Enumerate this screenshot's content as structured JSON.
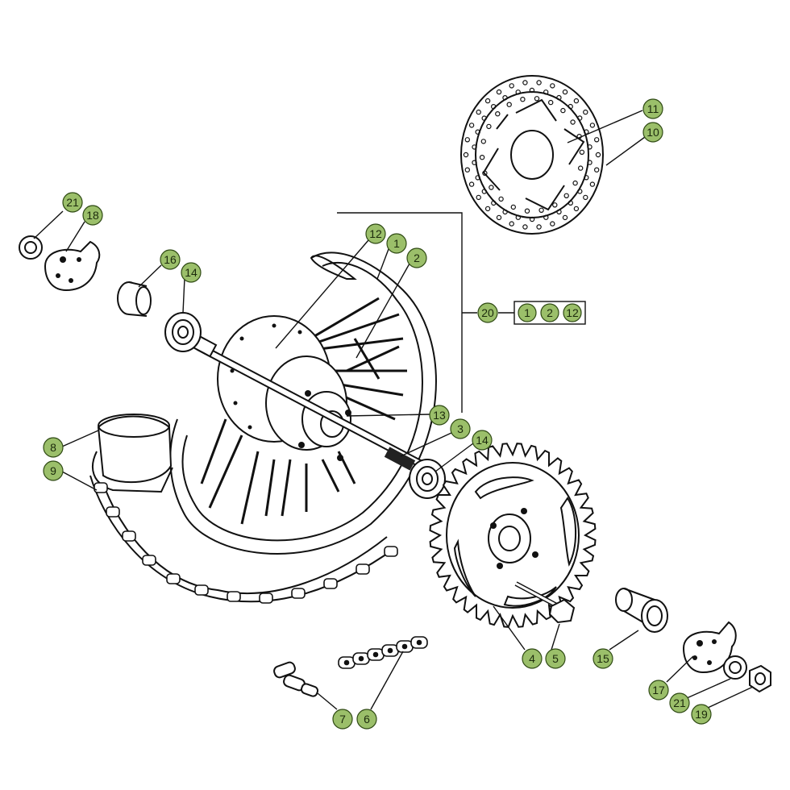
{
  "callouts": {
    "c1": "1",
    "c2": "2",
    "c3": "3",
    "c4": "4",
    "c5": "5",
    "c6": "6",
    "c7": "7",
    "c8": "8",
    "c9": "9",
    "c10": "10",
    "c11": "11",
    "c12": "12",
    "c13": "13",
    "c14a": "14",
    "c14b": "14",
    "c15": "15",
    "c16": "16",
    "c17": "17",
    "c18": "18",
    "c19": "19",
    "c20": "20",
    "c21a": "21",
    "c21b": "21",
    "kit1": "1",
    "kit2": "2",
    "kit12": "12"
  },
  "colors": {
    "callout_fill": "#9bbf6a",
    "line": "#111111"
  }
}
